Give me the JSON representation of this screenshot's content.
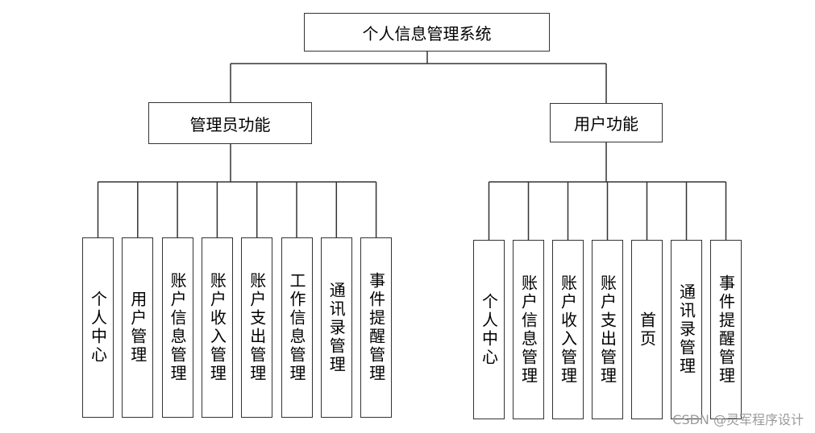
{
  "root": {
    "label": "个人信息管理系统"
  },
  "admin": {
    "label": "管理员功能",
    "children": [
      "个人中心",
      "用户管理",
      "账户信息管理",
      "账户收入管理",
      "账户支出管理",
      "工作信息管理",
      "通讯录管理",
      "事件提醒管理"
    ]
  },
  "user": {
    "label": "用户功能",
    "children": [
      "个人中心",
      "账户信息管理",
      "账户收入管理",
      "账户支出管理",
      "首页",
      "通讯录管理",
      "事件提醒管理"
    ]
  },
  "watermark": "CSDN @灵军程序设计"
}
